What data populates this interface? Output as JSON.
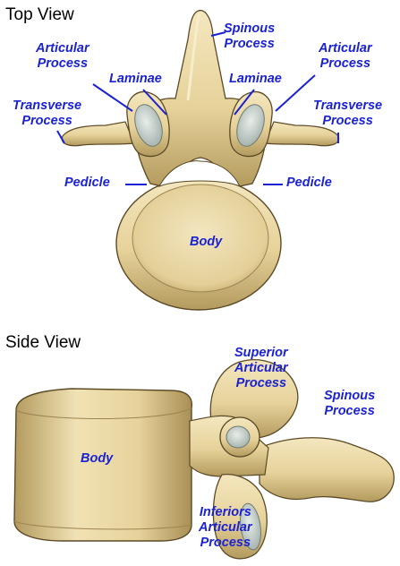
{
  "colors": {
    "bone": "#e6d29a",
    "bone_light": "#f4e7bf",
    "bone_shadow": "#b39a5e",
    "outline": "#5c4a26",
    "facet": "#c9d3cf",
    "label": "#1b22d2",
    "leader": "#1b22d2"
  },
  "top_view": {
    "heading": "Top View",
    "labels": {
      "spinous_process": [
        "Spinous",
        "Process"
      ],
      "articular_process_left": [
        "Articular",
        "Process"
      ],
      "articular_process_right": [
        "Articular",
        "Process"
      ],
      "laminae_left": "Laminae",
      "laminae_right": "Laminae",
      "transverse_process_left": [
        "Transverse",
        "Process"
      ],
      "transverse_process_right": [
        "Transverse",
        "Process"
      ],
      "pedicle_left": "Pedicle",
      "pedicle_right": "Pedicle",
      "body": "Body"
    }
  },
  "side_view": {
    "heading": "Side View",
    "labels": {
      "superior_articular_process": [
        "Superior",
        "Articular",
        "Process"
      ],
      "spinous_process": [
        "Spinous",
        "Process"
      ],
      "body": "Body",
      "inferior_articular_process": [
        "Inferiors",
        "Articular",
        "Process"
      ]
    }
  }
}
